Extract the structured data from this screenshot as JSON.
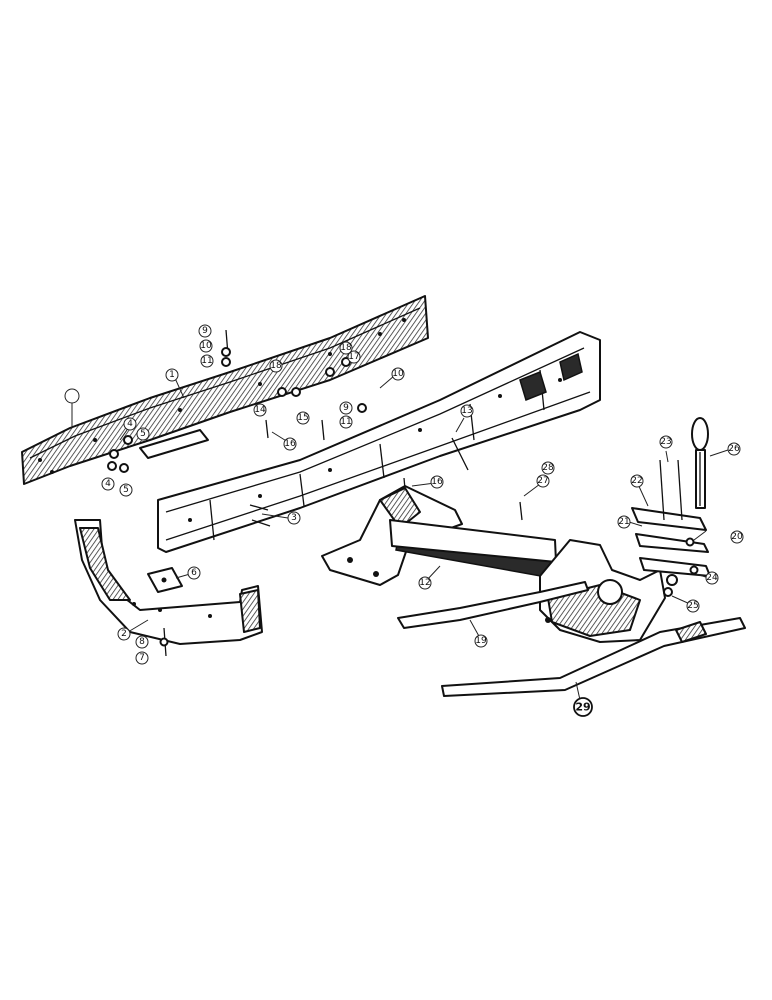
{
  "callouts": {
    "c1": "1",
    "c2": "2",
    "c3": "3",
    "c4a": "4",
    "c4b": "4",
    "c5a": "5",
    "c5b": "5",
    "c6": "6",
    "c7": "7",
    "c8": "8",
    "c9a": "9",
    "c9b": "9",
    "c10a": "10",
    "c10b": "10",
    "c11a": "11",
    "c11b": "11",
    "c12": "12",
    "c13": "13",
    "c14": "14",
    "c15": "15",
    "c16a": "16",
    "c16b": "16",
    "c17": "17",
    "c18a": "18",
    "c18b": "18",
    "c19": "19",
    "c20": "20",
    "c21": "21",
    "c22": "22",
    "c23": "23",
    "c24": "24",
    "c25": "25",
    "c26": "26",
    "c27": "27",
    "c28": "28",
    "c29": "29"
  }
}
